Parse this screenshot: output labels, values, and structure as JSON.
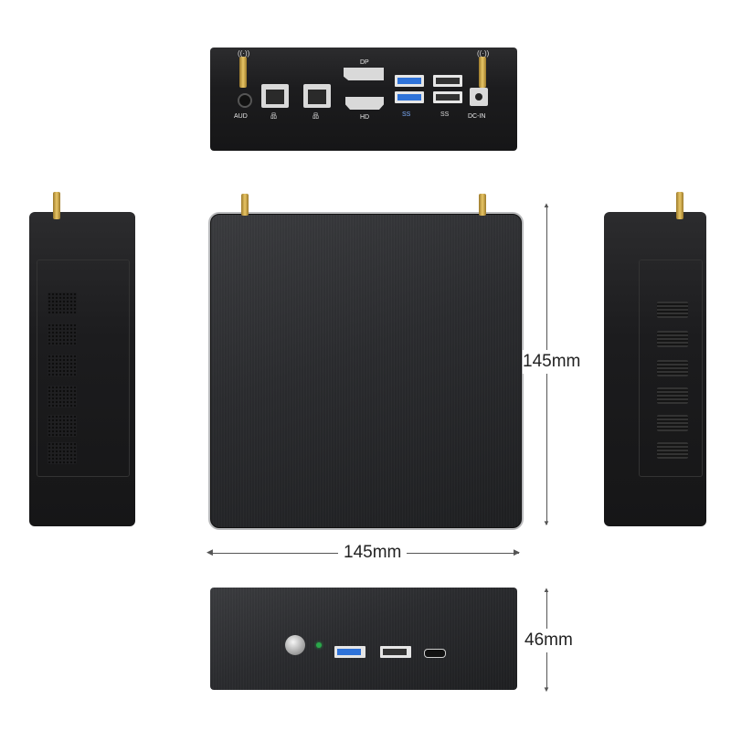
{
  "rear_ports": {
    "audio": "AUD",
    "displayport": "DP",
    "hdmi": "HD",
    "usb3_left": "SS",
    "usb3_right": "SS",
    "dc_in": "DC-IN"
  },
  "dimensions": {
    "height": "145mm",
    "width": "145mm",
    "depth": "46mm"
  },
  "colors": {
    "case": "#1e1f21",
    "antenna_gold": "#e8c566",
    "usb_blue": "#2f73d9",
    "led_green": "#2aa84a"
  }
}
